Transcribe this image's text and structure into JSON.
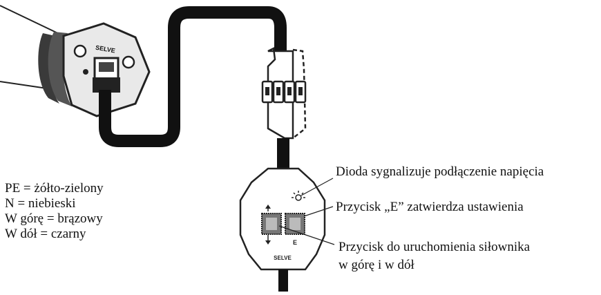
{
  "device": {
    "motor_brand": "SELVE",
    "controller_brand": "SELVE",
    "button_e_mark": "E"
  },
  "legend": [
    "PE = żółto-zielony",
    "N = niebieski",
    "W górę = brązowy",
    "W dół = czarny"
  ],
  "callouts": {
    "led": "Dioda sygnalizuje podłączenie napięcia",
    "button_e": "Przycisk „E” zatwierdza ustawienia",
    "button_updown_line1": "Przycisk do uruchomienia siłownika",
    "button_updown_line2": "w górę i w dół"
  }
}
